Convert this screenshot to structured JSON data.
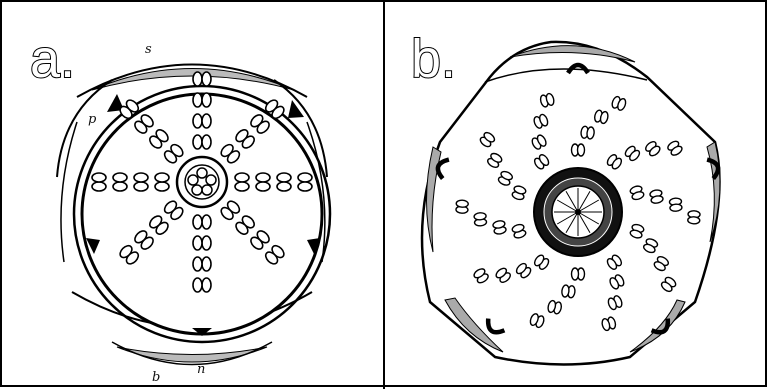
{
  "panels": [
    {
      "id": "a",
      "label": "a.",
      "letters": {
        "s": "s",
        "p": "p",
        "b": "b",
        "n": "n"
      }
    },
    {
      "id": "b",
      "label": "b."
    }
  ]
}
